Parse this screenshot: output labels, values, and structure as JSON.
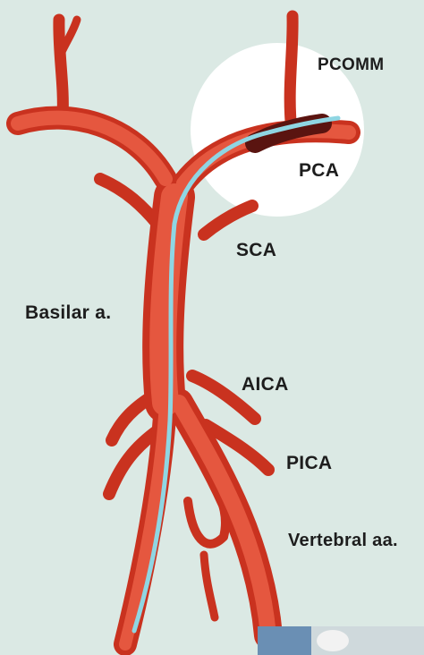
{
  "labels": {
    "pcomm": "PCOMM",
    "pca": "PCA",
    "sca": "SCA",
    "basilar": "Basilar a.",
    "aica": "AICA",
    "pica": "PICA",
    "vertebral": "Vertebral aa."
  },
  "colors": {
    "background": "#dbe9e4",
    "artery": "#d8402c",
    "artery_dark": "#b52a1c",
    "catheter": "#8fd6e3",
    "highlight_circle": "#ffffff",
    "occlusion": "#5a1410"
  }
}
